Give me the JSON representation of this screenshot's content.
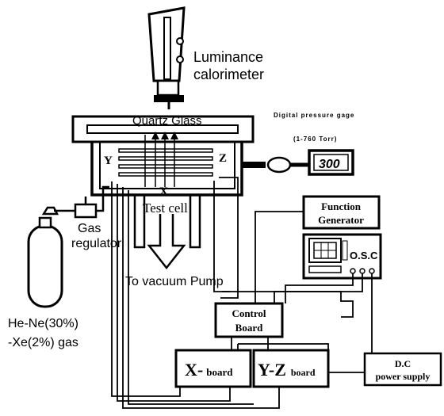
{
  "labels": {
    "luminance_line1": "Luminance",
    "luminance_line2": "calorimeter",
    "quartz_glass": "Quartz Glass",
    "pressure_gauge_line1": "Digital pressure gage",
    "pressure_gauge_line2": "(1-760 Torr)",
    "gauge_reading": "300",
    "electrode_y": "Y",
    "electrode_z": "Z",
    "electrode_x": "X",
    "test_cell": "Test cell",
    "gas_regulator_line1": "Gas",
    "gas_regulator_line2": "regulator",
    "vacuum_pump": "To vacuum Pump",
    "gas_line1": "He-Ne(30%)",
    "gas_line2": "-Xe(2%) gas",
    "function_generator_line1": "Function",
    "function_generator_line2": "Generator",
    "osc": "O.S.C",
    "control_board_line1": "Control",
    "control_board_line2": "Board",
    "x_board_big": "X-",
    "x_board_small": "board",
    "yz_board_big": "Y-Z",
    "yz_board_small": "board",
    "dc_line1": "D.C",
    "dc_line2": "power supply"
  }
}
